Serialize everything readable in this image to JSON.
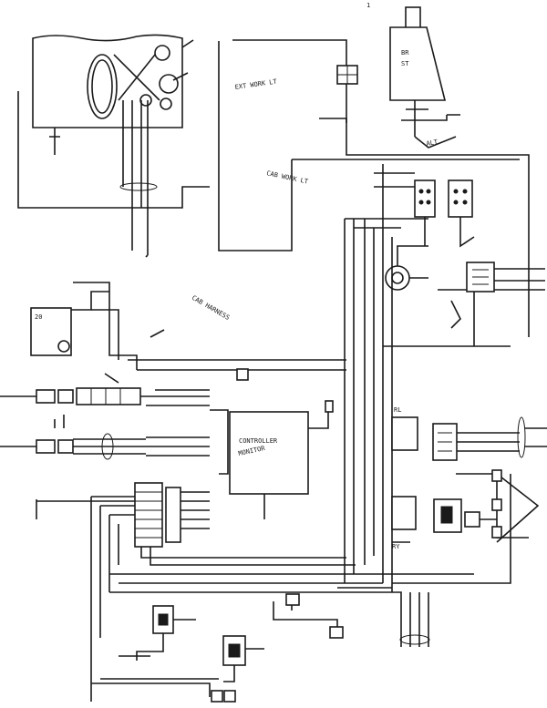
{
  "diagram": {
    "page_marker": "1"
  },
  "colors": {
    "ink": "#1a1a1a",
    "paper": "#ffffff"
  },
  "components": [
    {
      "id": "engine-outline",
      "kind": "engine block"
    },
    {
      "id": "battery-relay",
      "kind": "relay box"
    },
    {
      "id": "starter-switch",
      "kind": "switch"
    },
    {
      "id": "alternator",
      "kind": "rotary device"
    },
    {
      "id": "controller",
      "kind": "control box"
    },
    {
      "id": "relay-block",
      "kind": "relay box"
    },
    {
      "id": "connector-stack",
      "kind": "connector"
    },
    {
      "id": "sensor-a",
      "kind": "sensor"
    },
    {
      "id": "sensor-b",
      "kind": "sensor"
    },
    {
      "id": "ground-terminal",
      "kind": "ground"
    }
  ]
}
